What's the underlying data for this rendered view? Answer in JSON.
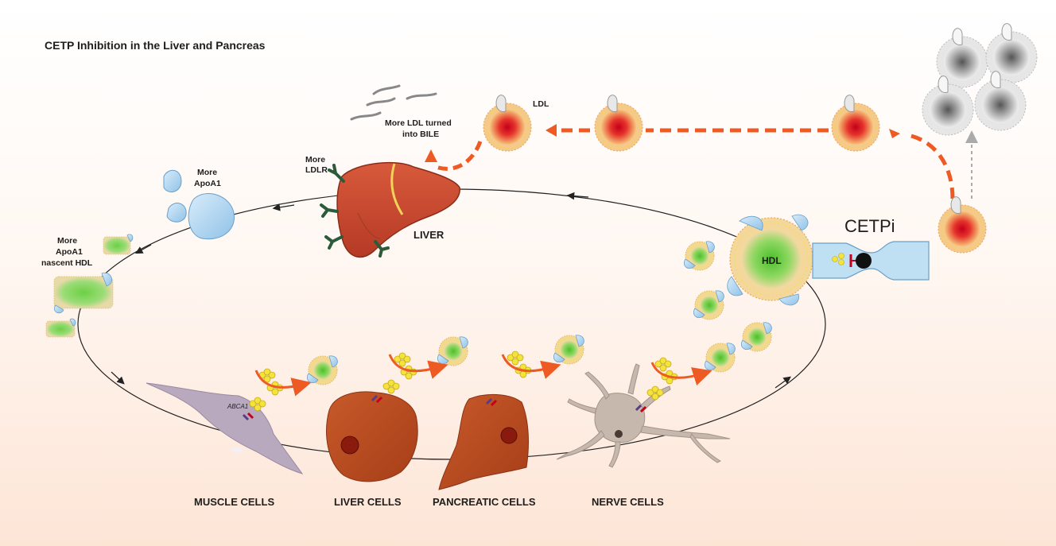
{
  "title": "CETP Inhibition in the Liver and Pancreas",
  "labels": {
    "more_ldl_bile_1": "More LDL turned",
    "more_ldl_bile_2": "into BILE",
    "ldl": "LDL",
    "more_ldlr_1": "More",
    "more_ldlr_2": "LDLR",
    "more_apoa1_1": "More",
    "more_apoa1_2": "ApoA1",
    "nascent_1": "More",
    "nascent_2": "ApoA1",
    "nascent_3": "nascent HDL",
    "liver": "LIVER",
    "hdl": "HDL",
    "cetpi": "CETPi",
    "abca1": "ABCA1"
  },
  "cells": {
    "muscle": "MUSCLE CELLS",
    "liver": "LIVER CELLS",
    "pancreatic": "PANCREATIC CELLS",
    "nerve": "NERVE CELLS"
  },
  "colors": {
    "accent_arrow": "#ee5a24",
    "liver": "#c84b30",
    "cell_orange": "#b84a1f",
    "muscle": "#b9a9bf",
    "nerve": "#c7b8ae",
    "apoa1": "#a9d2f0",
    "hdl_core": "#5fc83a",
    "ldl_core": "#e0202a",
    "ldlr": "#2b5b3a"
  }
}
